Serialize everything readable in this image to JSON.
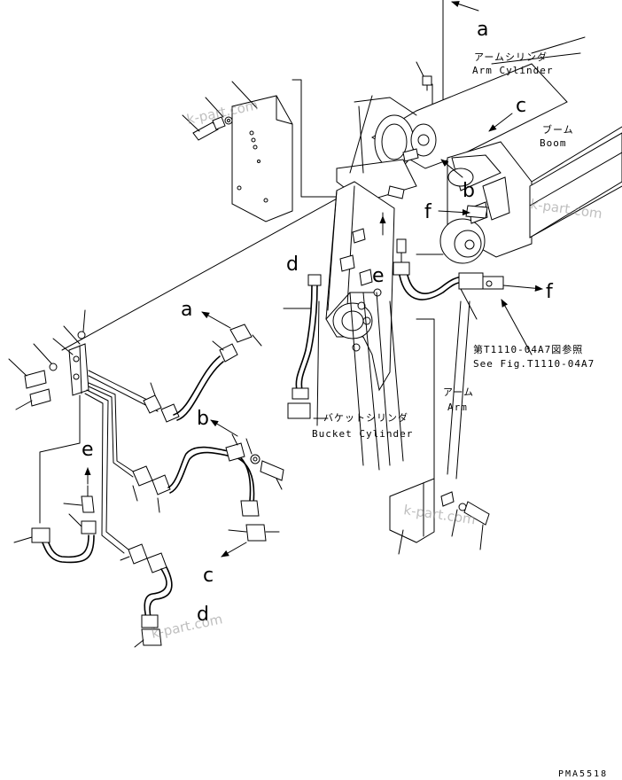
{
  "labels": {
    "arm_cylinder_jp": "アームシリンダ",
    "arm_cylinder_en": "Arm Cylinder",
    "boom_jp": "ブーム",
    "boom_en": "Boom",
    "bucket_cylinder_jp": "バケットシリンダ",
    "bucket_cylinder_en": "Bucket Cylinder",
    "arm_jp": "アーム",
    "arm_en": "Arm",
    "see_fig_jp": "第T1110-04A7図参照",
    "see_fig_en": "See Fig.T1110-04A7",
    "drawing_code": "PMA5518"
  },
  "callouts": {
    "a_top": "a",
    "b_top": "b",
    "c_top": "c",
    "d_mid": "d",
    "e_mid": "e",
    "f_mid": "f",
    "f_right": "f",
    "a_left": "a",
    "b_left": "b",
    "c_left": "c",
    "d_left": "d",
    "e_left": "e"
  },
  "watermark": "k-part.com",
  "colors": {
    "line": "#000000",
    "background": "#ffffff",
    "watermark": "#8a8a8a"
  }
}
